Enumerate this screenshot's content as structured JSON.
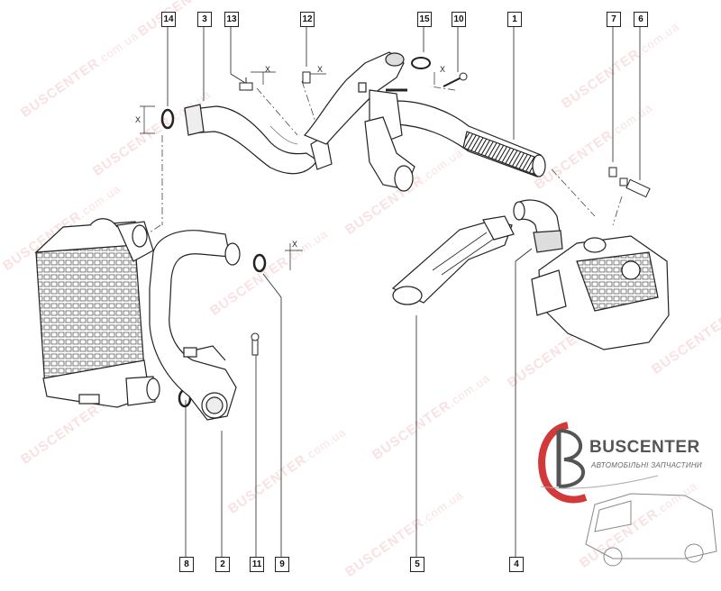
{
  "diagram": {
    "callouts": [
      "14",
      "3",
      "13",
      "12",
      "15",
      "10",
      "1",
      "7",
      "6",
      "8",
      "2",
      "11",
      "9",
      "5",
      "4"
    ],
    "dimension_marker": "X",
    "watermark": {
      "brand": "BUSCENTER",
      "domain": ".com.ua"
    },
    "logo": {
      "name": "BUSCENTER",
      "tagline": "АВТОМОБІЛЬНІ ЗАПЧАСТИНИ"
    }
  },
  "colors": {
    "watermark": "#e87878",
    "line": "#222222",
    "logo_red": "#d23a3a"
  }
}
